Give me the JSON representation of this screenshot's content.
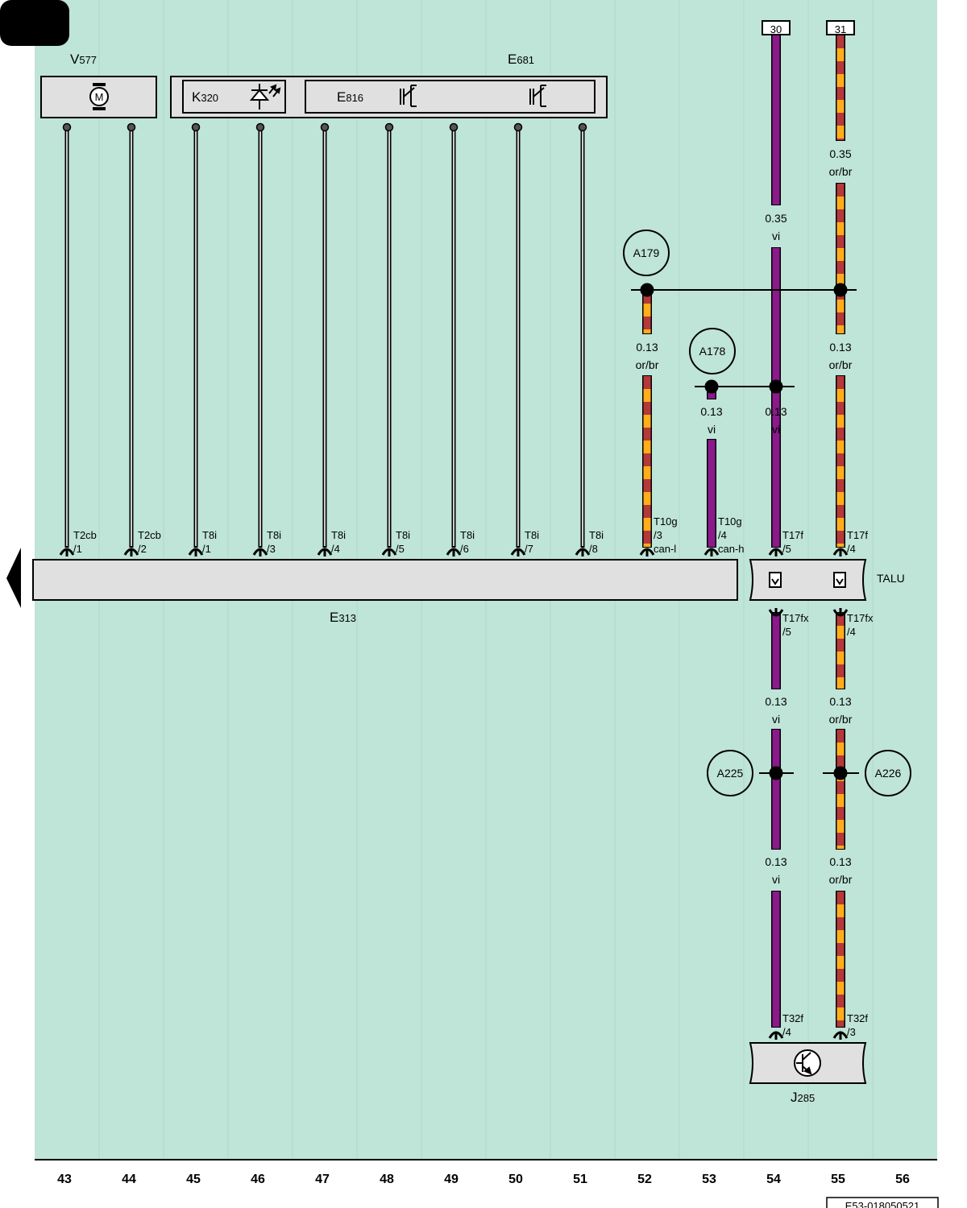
{
  "components": {
    "v577": {
      "letter": "V",
      "num": "577",
      "symbol": "M"
    },
    "e681": {
      "letter": "E",
      "num": "681"
    },
    "k320": {
      "letter": "K",
      "num": "320"
    },
    "e816": {
      "letter": "E",
      "num": "816"
    },
    "e313": {
      "letter": "E",
      "num": "313"
    },
    "talu": {
      "label": "TALU"
    },
    "j285": {
      "letter": "J",
      "num": "285"
    }
  },
  "terminals": {
    "t30": "30",
    "t31": "31"
  },
  "ground_points": [
    "A179",
    "A178",
    "A225",
    "A226"
  ],
  "wire_labels": [
    {
      "id": "w54-top",
      "size": "0.35",
      "color": "vi"
    },
    {
      "id": "w55-top",
      "size": "0.35",
      "color": "or/br"
    },
    {
      "id": "w52",
      "size": "0.13",
      "color": "or/br"
    },
    {
      "id": "w53",
      "size": "0.13",
      "color": "vi"
    },
    {
      "id": "w54-mid",
      "size": "0.13",
      "color": "vi"
    },
    {
      "id": "w55-mid",
      "size": "0.13",
      "color": "or/br"
    },
    {
      "id": "w54-low",
      "size": "0.13",
      "color": "vi"
    },
    {
      "id": "w55-low",
      "size": "0.13",
      "color": "or/br"
    },
    {
      "id": "w54-bot",
      "size": "0.13",
      "color": "vi"
    },
    {
      "id": "w55-bot",
      "size": "0.13",
      "color": "or/br"
    }
  ],
  "connectors": [
    {
      "id": "c43",
      "name": "T2cb",
      "pin": "/1"
    },
    {
      "id": "c44",
      "name": "T2cb",
      "pin": "/2"
    },
    {
      "id": "c45",
      "name": "T8i",
      "pin": "/1"
    },
    {
      "id": "c46",
      "name": "T8i",
      "pin": "/3"
    },
    {
      "id": "c47",
      "name": "T8i",
      "pin": "/4"
    },
    {
      "id": "c48",
      "name": "T8i",
      "pin": "/5"
    },
    {
      "id": "c49",
      "name": "T8i",
      "pin": "/6"
    },
    {
      "id": "c50",
      "name": "T8i",
      "pin": "/7"
    },
    {
      "id": "c51",
      "name": "T8i",
      "pin": "/8"
    },
    {
      "id": "c52",
      "name": "T10g",
      "pin": "/3",
      "extra": "can-l"
    },
    {
      "id": "c53",
      "name": "T10g",
      "pin": "/4",
      "extra": "can-h"
    },
    {
      "id": "c54",
      "name": "T17f",
      "pin": "/5"
    },
    {
      "id": "c55",
      "name": "T17f",
      "pin": "/4"
    },
    {
      "id": "c54x",
      "name": "T17fx",
      "pin": "/5"
    },
    {
      "id": "c55x",
      "name": "T17fx",
      "pin": "/4"
    },
    {
      "id": "c54j",
      "name": "T32f",
      "pin": "/4"
    },
    {
      "id": "c55j",
      "name": "T32f",
      "pin": "/3"
    }
  ],
  "column_numbers": [
    "43",
    "44",
    "45",
    "46",
    "47",
    "48",
    "49",
    "50",
    "51",
    "52",
    "53",
    "54",
    "55",
    "56"
  ],
  "doc_code": "E53-018050521",
  "colors": {
    "background": "#bfe4d8",
    "grid": "#b2d8cb",
    "component_fill": "#e0e0e0",
    "violet": "#8b1a8b",
    "orange": "#ffad1a",
    "brown_red": "#b5393a"
  }
}
